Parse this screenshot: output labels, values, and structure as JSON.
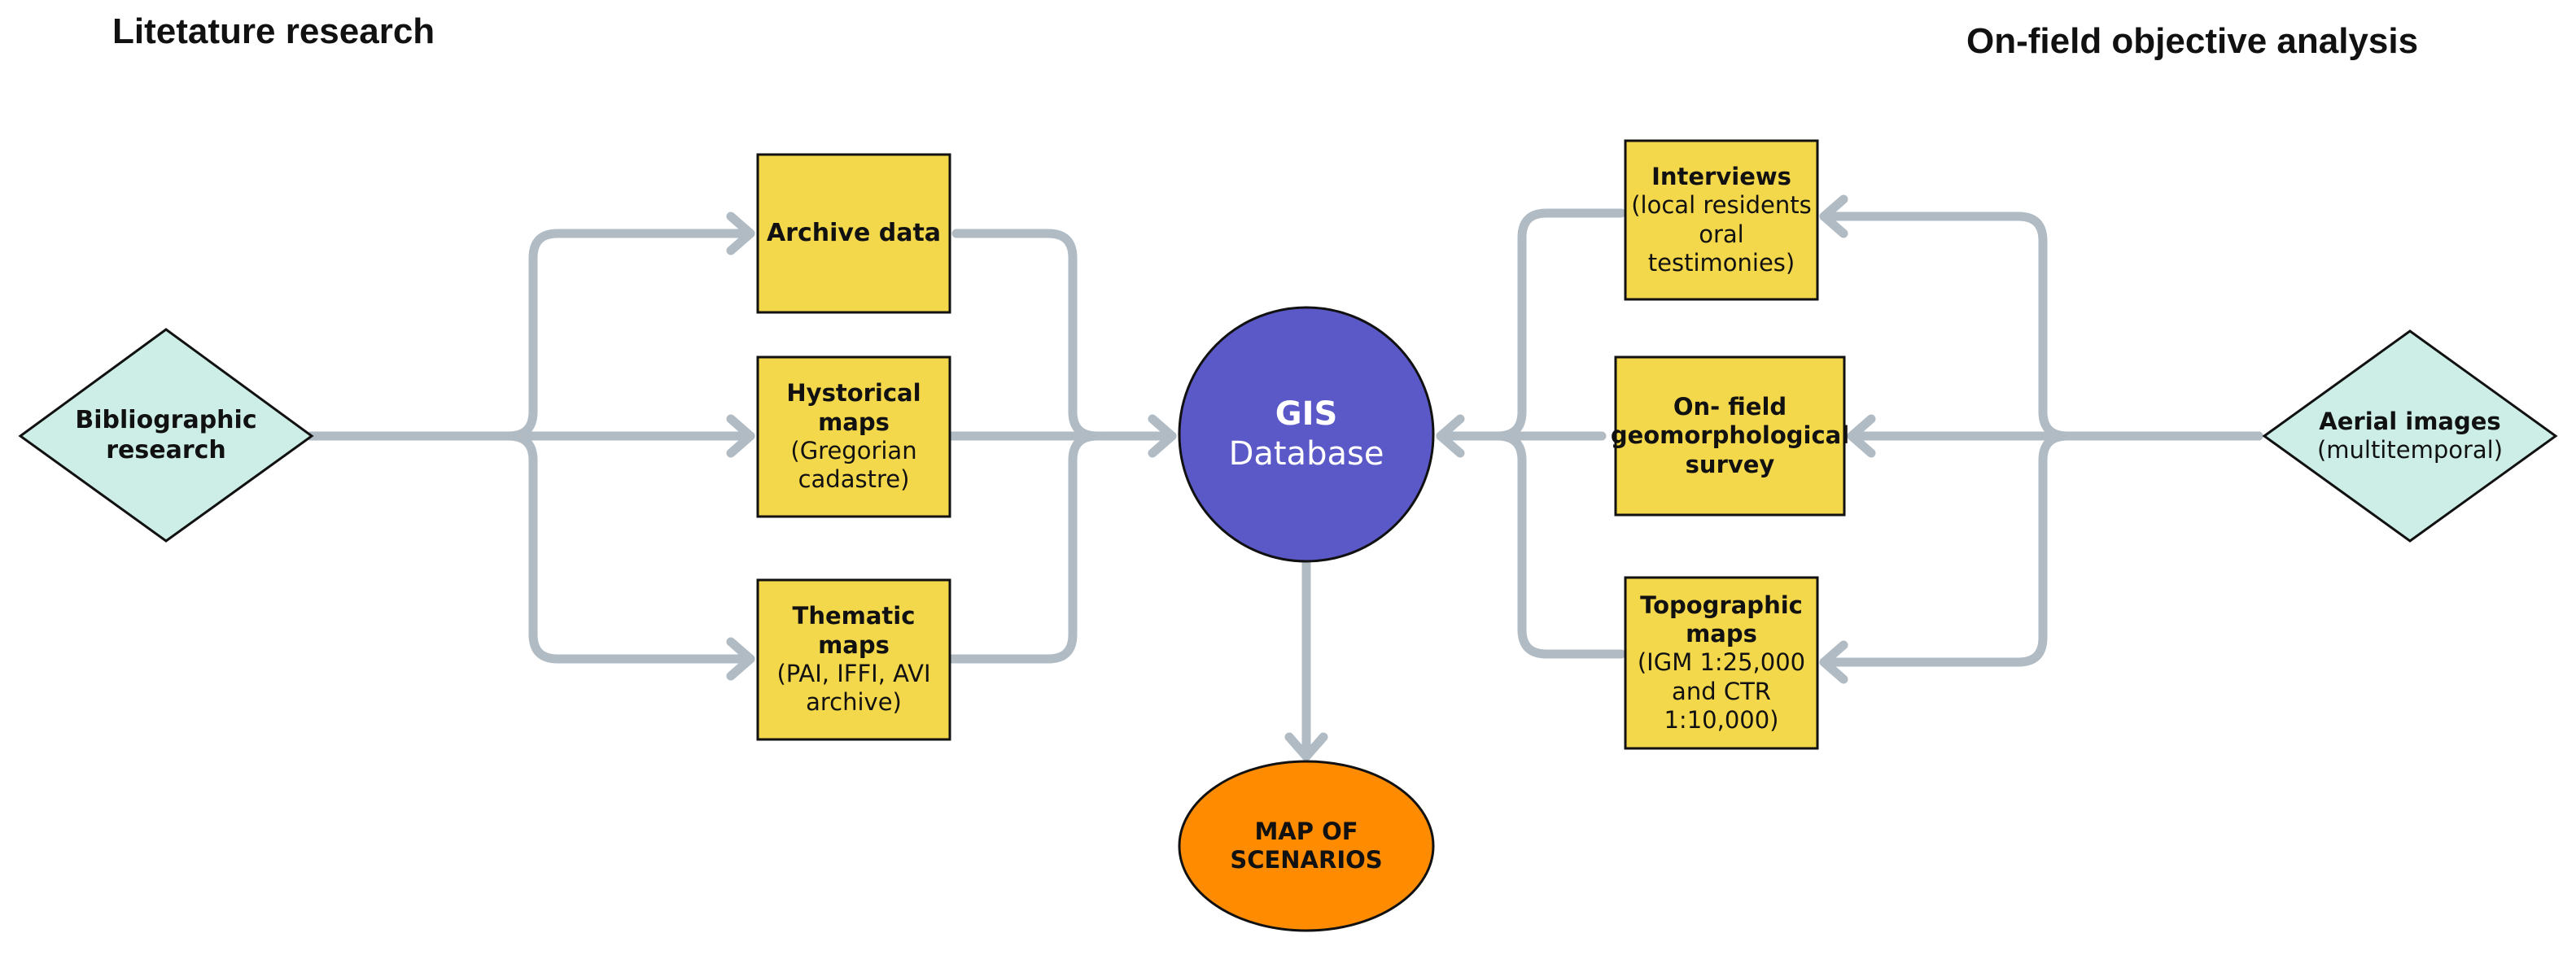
{
  "headings": {
    "left": "Litetature research",
    "right": "On-field objective analysis"
  },
  "colors": {
    "connector": "#b0bbc4",
    "box_fill": "#f4d84b",
    "diamond_fill": "#cdeee6",
    "gis_fill": "#5b58c8",
    "output_fill": "#ff8c00",
    "outline": "#111111"
  },
  "nodes": {
    "bibliographic": {
      "title": "Bibliographic research"
    },
    "archive": {
      "title": "Archive data"
    },
    "historical": {
      "title": "Hystorical maps",
      "sub": "(Gregorian cadastre)"
    },
    "thematic": {
      "title": "Thematic maps",
      "sub": "(PAI, IFFI, AVI archive)"
    },
    "gis": {
      "title": "GIS",
      "sub": "Database"
    },
    "output": {
      "title": "MAP OF SCENARIOS"
    },
    "interviews": {
      "title": "Interviews",
      "sub": "(local residents oral testimonies)"
    },
    "survey": {
      "title": "On- field geomorphological survey"
    },
    "topographic": {
      "title": "Topographic maps",
      "sub": "(IGM 1:25,000 and CTR 1:10,000)"
    },
    "aerial": {
      "title": "Aerial images",
      "sub": "(multitemporal)"
    }
  },
  "edges": [
    {
      "from": "bibliographic",
      "to": "archive"
    },
    {
      "from": "bibliographic",
      "to": "historical"
    },
    {
      "from": "bibliographic",
      "to": "thematic"
    },
    {
      "from": "archive",
      "to": "gis"
    },
    {
      "from": "historical",
      "to": "gis"
    },
    {
      "from": "thematic",
      "to": "gis"
    },
    {
      "from": "aerial",
      "to": "interviews"
    },
    {
      "from": "aerial",
      "to": "survey"
    },
    {
      "from": "aerial",
      "to": "topographic"
    },
    {
      "from": "interviews",
      "to": "gis"
    },
    {
      "from": "survey",
      "to": "gis"
    },
    {
      "from": "topographic",
      "to": "gis"
    },
    {
      "from": "gis",
      "to": "output"
    }
  ]
}
